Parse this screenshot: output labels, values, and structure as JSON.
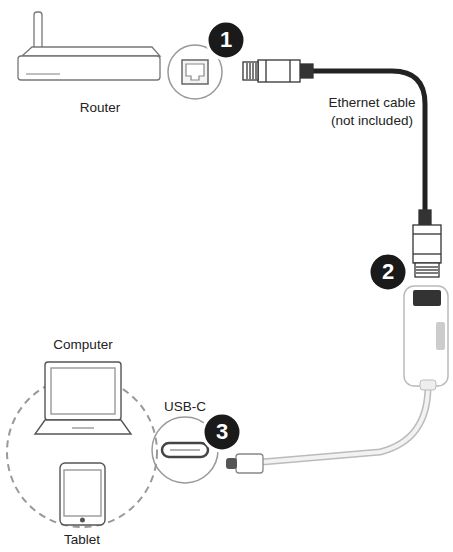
{
  "diagram": {
    "labels": [
      "1",
      "Router",
      "Ethernet cable (not included)",
      "2",
      "Computer",
      "USB-C",
      "3",
      "Tablet"
    ]
  }
}
